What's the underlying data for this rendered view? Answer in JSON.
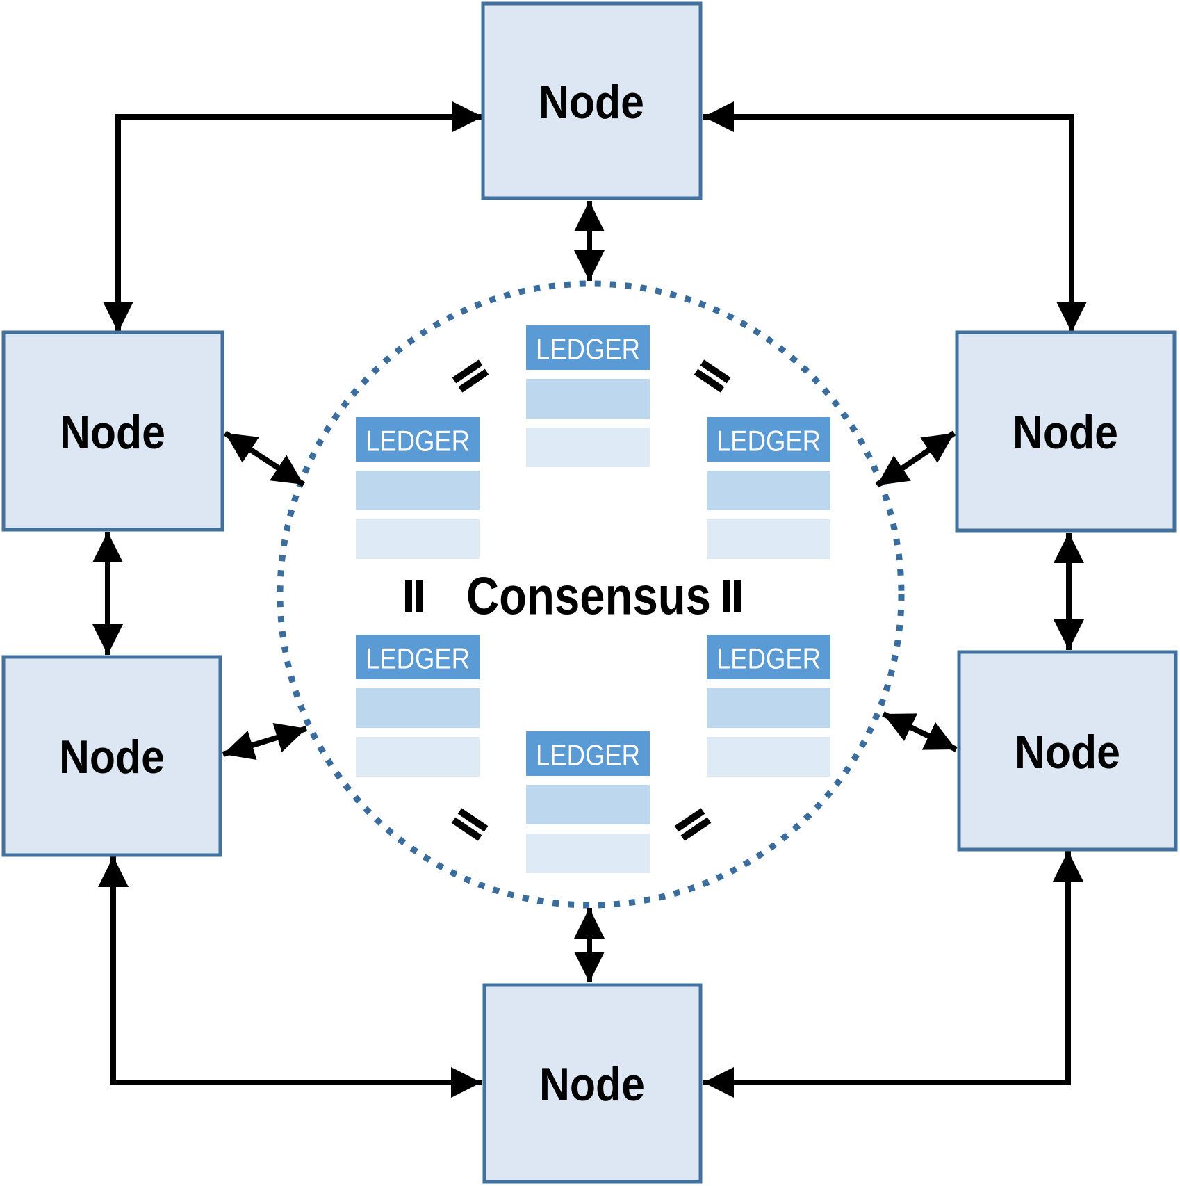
{
  "diagram": {
    "type": "peer-to-peer consensus network",
    "center_label": "Consensus",
    "nodes": [
      {
        "position": "top",
        "label": "Node"
      },
      {
        "position": "upper-left",
        "label": "Node"
      },
      {
        "position": "upper-right",
        "label": "Node"
      },
      {
        "position": "lower-left",
        "label": "Node"
      },
      {
        "position": "lower-right",
        "label": "Node"
      },
      {
        "position": "bottom",
        "label": "Node"
      }
    ],
    "ledgers": [
      {
        "position": "top-center",
        "label": "LEDGER"
      },
      {
        "position": "upper-left",
        "label": "LEDGER"
      },
      {
        "position": "upper-right",
        "label": "LEDGER"
      },
      {
        "position": "lower-left",
        "label": "LEDGER"
      },
      {
        "position": "lower-right",
        "label": "LEDGER"
      },
      {
        "position": "bottom-center",
        "label": "LEDGER"
      }
    ],
    "equals_sign_glyph": "=",
    "colors": {
      "background": "#ffffff",
      "node_fill": "#dce7f3",
      "node_border": "#41719c",
      "ledger_header": "#5b9bd5",
      "ledger_row_medium": "#bdd7ee",
      "ledger_row_light": "#deebf7",
      "ledger_text": "#ffffff",
      "circle_dots": "#3a6d9e",
      "arrow": "#000000",
      "label_text": "#000000"
    }
  }
}
